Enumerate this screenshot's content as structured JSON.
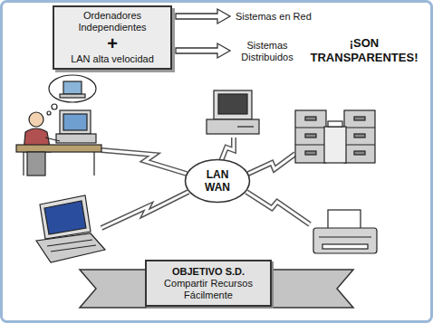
{
  "diagram": {
    "nodes": [
      {
        "text": [
          "Ordenadores Independientes",
          "+",
          "LAN alta velocidad"
        ]
      },
      {
        "text": [
          "LAN WAN"
        ]
      },
      {
        "text": [
          "OBJETIVO S.D.",
          "Compartir Recursos Fácilmente"
        ]
      }
    ],
    "labels": [
      "Sistemas en Red",
      "Sistemas Distribuidos",
      "¡SON TRANSPARENTES!"
    ]
  }
}
